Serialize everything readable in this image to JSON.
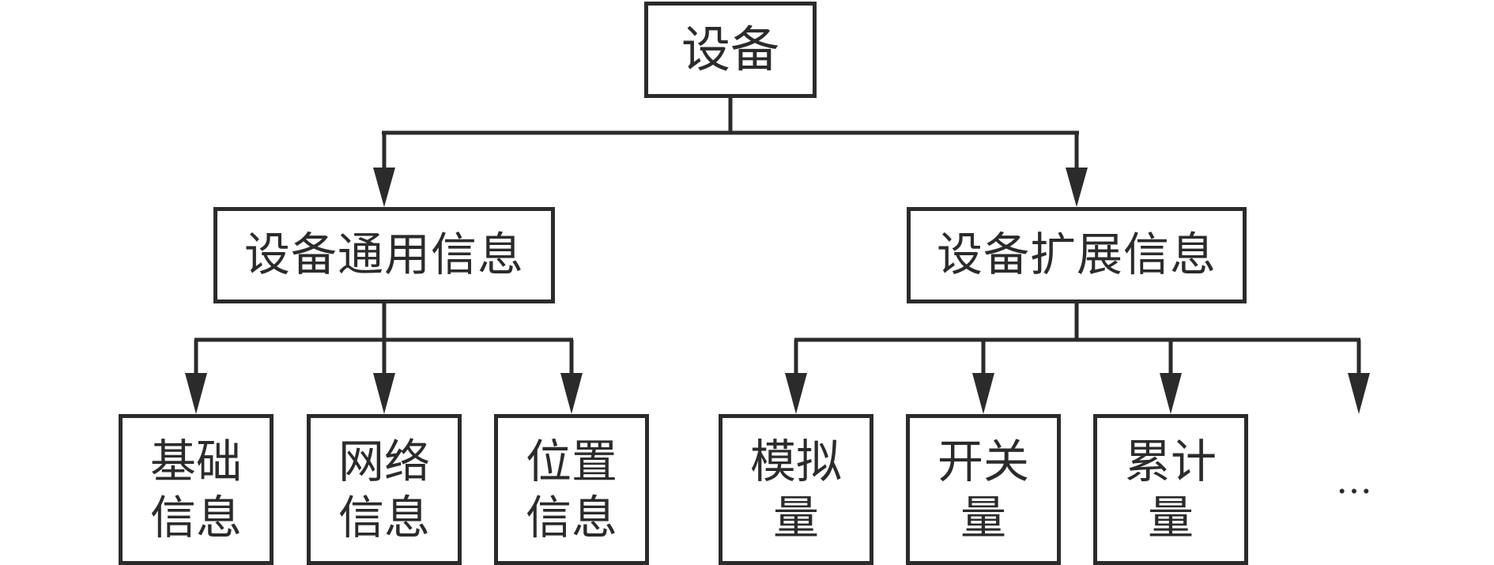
{
  "diagram": {
    "root": {
      "label": "设备"
    },
    "branches": [
      {
        "label": "设备通用信息",
        "children": [
          {
            "label": "基础\n信息"
          },
          {
            "label": "网络\n信息"
          },
          {
            "label": "位置\n信息"
          }
        ]
      },
      {
        "label": "设备扩展信息",
        "children": [
          {
            "label": "模拟\n量"
          },
          {
            "label": "开关\n量"
          },
          {
            "label": "累计\n量"
          }
        ],
        "more": "…"
      }
    ],
    "colors": {
      "line": "#2b2b2b",
      "box_fill": "#ffffff",
      "background": "#ffffff"
    }
  }
}
